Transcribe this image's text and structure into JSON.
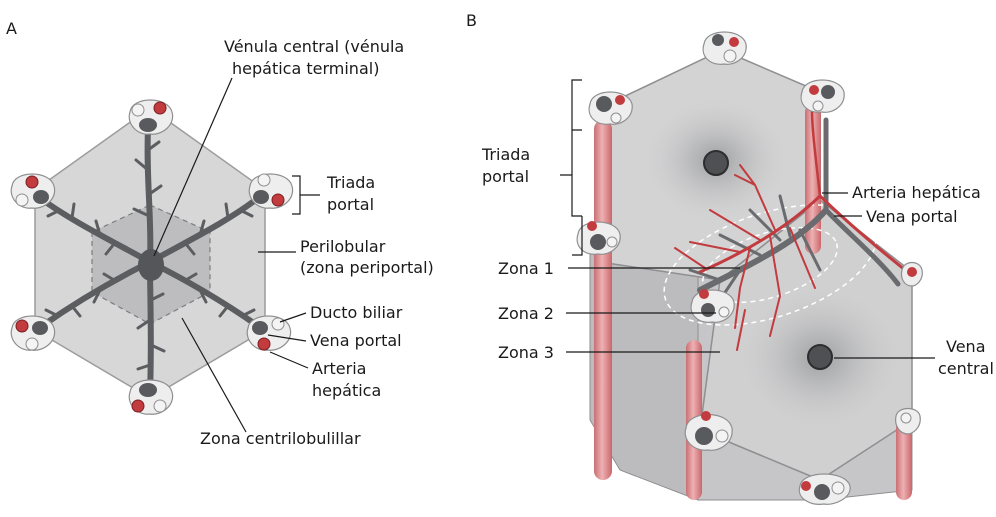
{
  "panels": {
    "a": "A",
    "b": "B"
  },
  "panel_a": {
    "venula_1": "Vénula central (vénula",
    "venula_2": "hepática terminal)",
    "triada_1": "Triada",
    "triada_2": "portal",
    "perilobular_1": "Perilobular",
    "perilobular_2": "(zona periportal)",
    "ducto": "Ducto biliar",
    "vena_portal": "Vena portal",
    "arteria_1": "Arteria",
    "arteria_2": "hepática",
    "centrilobulillar": "Zona centrilobulillar"
  },
  "panel_b": {
    "triada_1": "Triada",
    "triada_2": "portal",
    "zona1": "Zona 1",
    "zona2": "Zona 2",
    "zona3": "Zona 3",
    "arteria": "Arteria hepática",
    "vena_portal": "Vena portal",
    "vena_central_1": "Vena",
    "vena_central_2": "central"
  },
  "colors": {
    "lobule_fill": "#d6d6d7",
    "center_fill": "#bcbcbe",
    "vein": "#585a5d",
    "artery": "#c23b3f",
    "vessel_pink": "#e39ea0",
    "triad_fill": "#eeeeee"
  }
}
